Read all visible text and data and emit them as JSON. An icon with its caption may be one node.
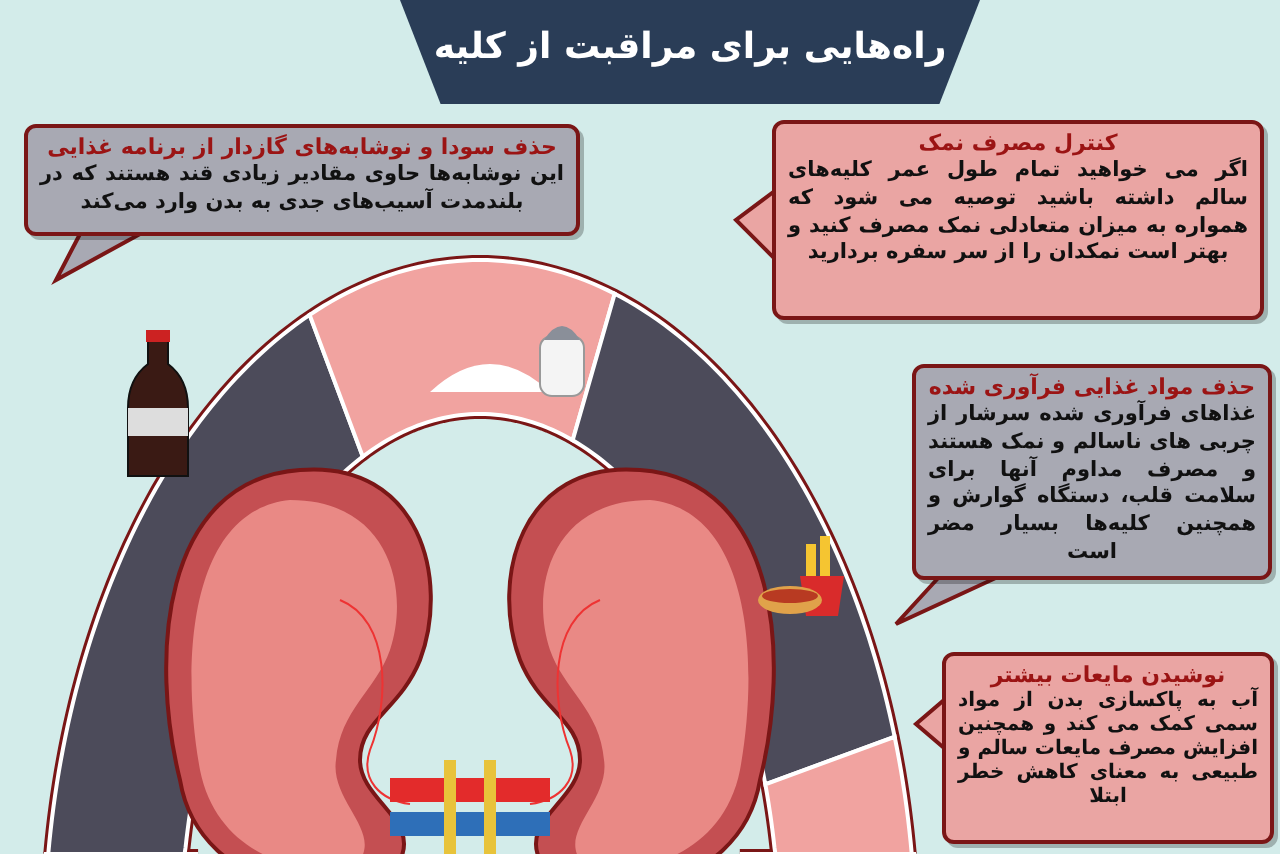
{
  "diagram": {
    "title": "راه‌هایی برای مراقبت از کلیه",
    "nodes": [
      {
        "text": [
          "حذف سودا و نوشابه‌های گازدار از برنامه غذایی",
          "این نوشابه‌ها حاوی مقادیر زیادی قند هستند که در بلندمدت آسیب‌های جدی به بدن وارد می‌کند"
        ]
      },
      {
        "text": [
          "کنترل مصرف نمک",
          "اگر می خواهید تمام طول عمر کلیه‌های سالم داشته باشید توصیه می شود که همواره به میزان متعادلی نمک مصرف کنید و بهتر است نمکدان را از سر سفره بردارید"
        ]
      },
      {
        "text": [
          "حذف مواد غذایی فرآوری شده",
          "غذاهای فرآوری شده سرشار از چربی های ناسالم و نمک هستند و مصرف مداوم آنها برای سلامت قلب، دستگاه گوارش و همچنین کلیه‌ها بسیار مضر است"
        ]
      },
      {
        "text": [
          "نوشیدن مایعات بیشتر",
          "آب به پاکسازی بدن از مواد سمی کمک می کند و همچنین افزایش مصرف مایعات سالم و طبیعی به معنای کاهش خطر ابتلا"
        ]
      }
    ]
  }
}
